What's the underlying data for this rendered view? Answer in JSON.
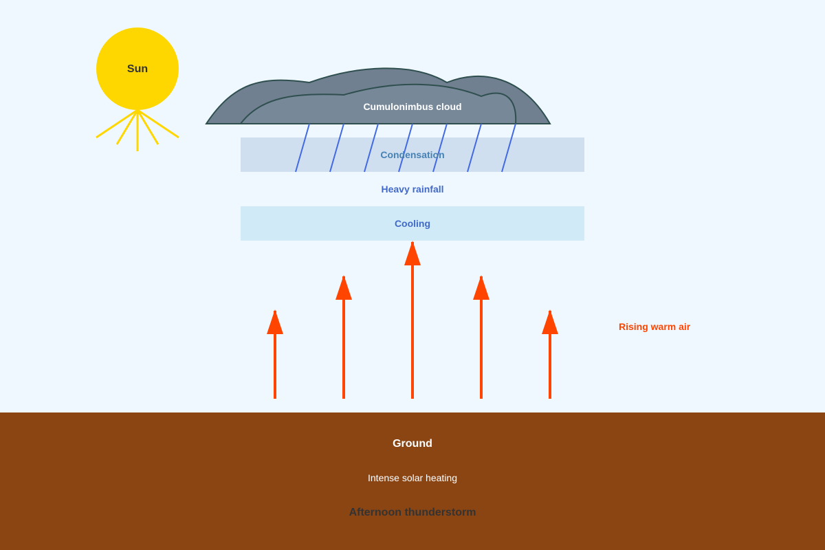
{
  "diagram": {
    "sun_label": "Sun",
    "cloud_label": "Cumulonimbus cloud",
    "condensation_label": "Condensation",
    "rainfall_label": "Heavy rainfall",
    "cooling_label": "Cooling",
    "rising_air_label": "Rising warm air",
    "ground_label": "Ground",
    "heating_label": "Intense solar heating",
    "caption": "Afternoon thunderstorm"
  },
  "colors": {
    "sky": "#f0f8ff",
    "sun": "#ffd700",
    "cloud_outer": "#708090",
    "cloud_inner": "#778899",
    "cloud_stroke": "#2f4f4f",
    "condensation_band": "#d0dff0",
    "cooling_band": "#d0eaf8",
    "rain": "#4169e1",
    "label_blue": "#4169c8",
    "condensation_text": "#4682b4",
    "warm_air": "#ff4500",
    "ground": "#8b4513",
    "dark_text": "#333333",
    "white_text": "#ffffff"
  }
}
